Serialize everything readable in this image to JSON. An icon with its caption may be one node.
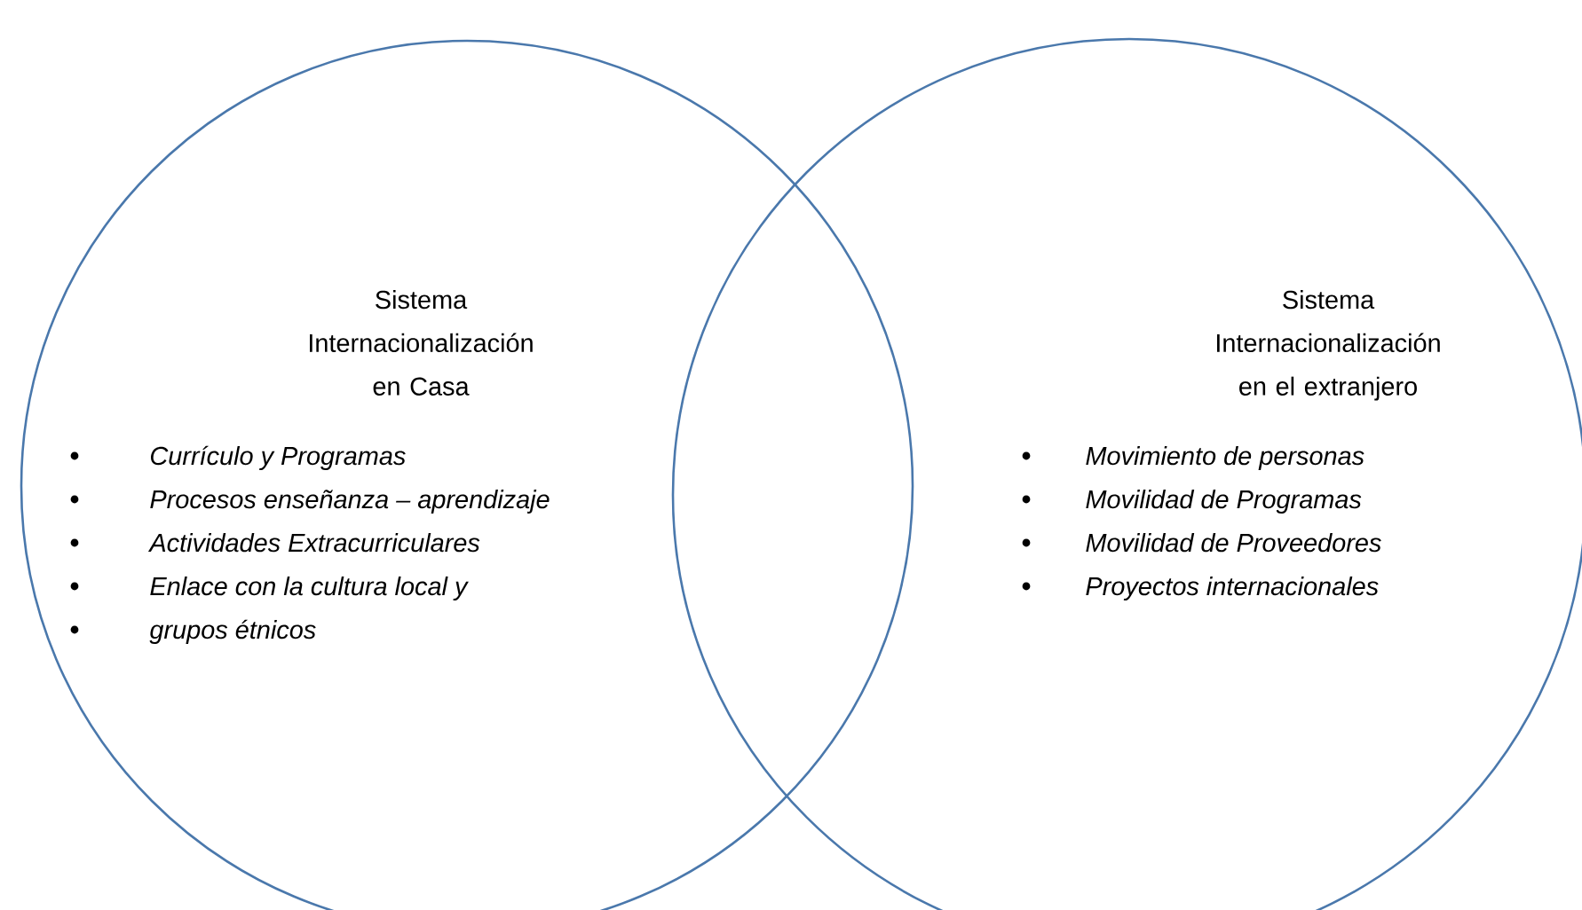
{
  "diagram": {
    "nodes": [
      {
        "text": [
          "Sistema Internacionalización en Casa",
          "Currículo y Programas",
          "Procesos enseñanza – aprendizaje",
          "Actividades Extracurriculares",
          "Enlace con la cultura local y",
          "grupos étnicos"
        ]
      },
      {
        "text": [
          "Sistema Internacionalización en el extranjero",
          "Movimiento de personas",
          "Movilidad de Programas",
          "Movilidad de Proveedores",
          "Proyectos internacionales"
        ]
      }
    ]
  }
}
